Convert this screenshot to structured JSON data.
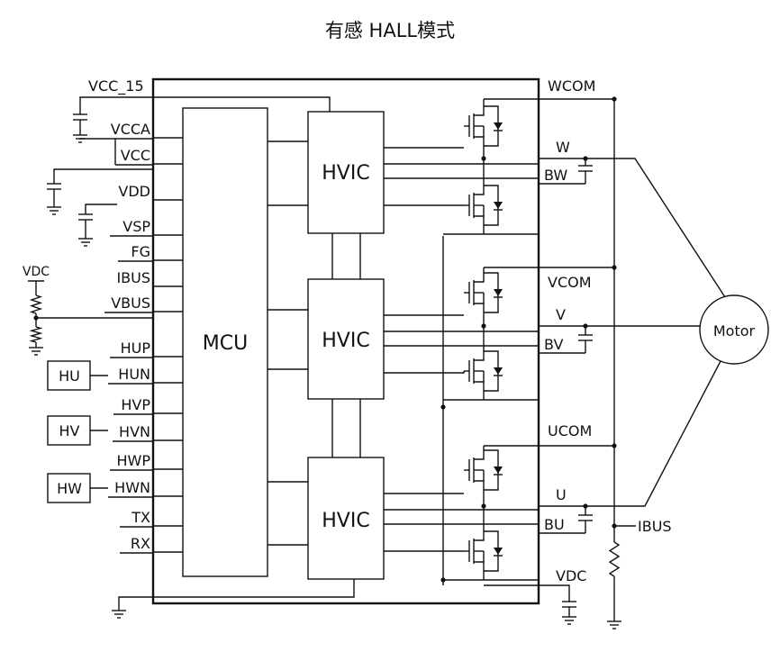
{
  "title": "有感 HALL模式",
  "mcu": {
    "label": "MCU"
  },
  "hvic": {
    "label": "HVIC"
  },
  "motor": {
    "label": "Motor"
  },
  "hall_sensors": [
    "HU",
    "HV",
    "HW"
  ],
  "left_pins": [
    "VCC_15",
    "VCCA",
    "VCC",
    "VDD",
    "VSP",
    "FG",
    "IBUS",
    "VBUS",
    "HUP",
    "HUN",
    "HVP",
    "HVN",
    "HWP",
    "HWN",
    "TX",
    "RX"
  ],
  "vdc_left": "VDC",
  "right_pins": {
    "wcom": "WCOM",
    "w": "W",
    "bw": "BW",
    "vcom": "VCOM",
    "v": "V",
    "bv": "BV",
    "ucom": "UCOM",
    "u": "U",
    "bu": "BU",
    "vdc": "VDC",
    "ibus": "IBUS"
  }
}
